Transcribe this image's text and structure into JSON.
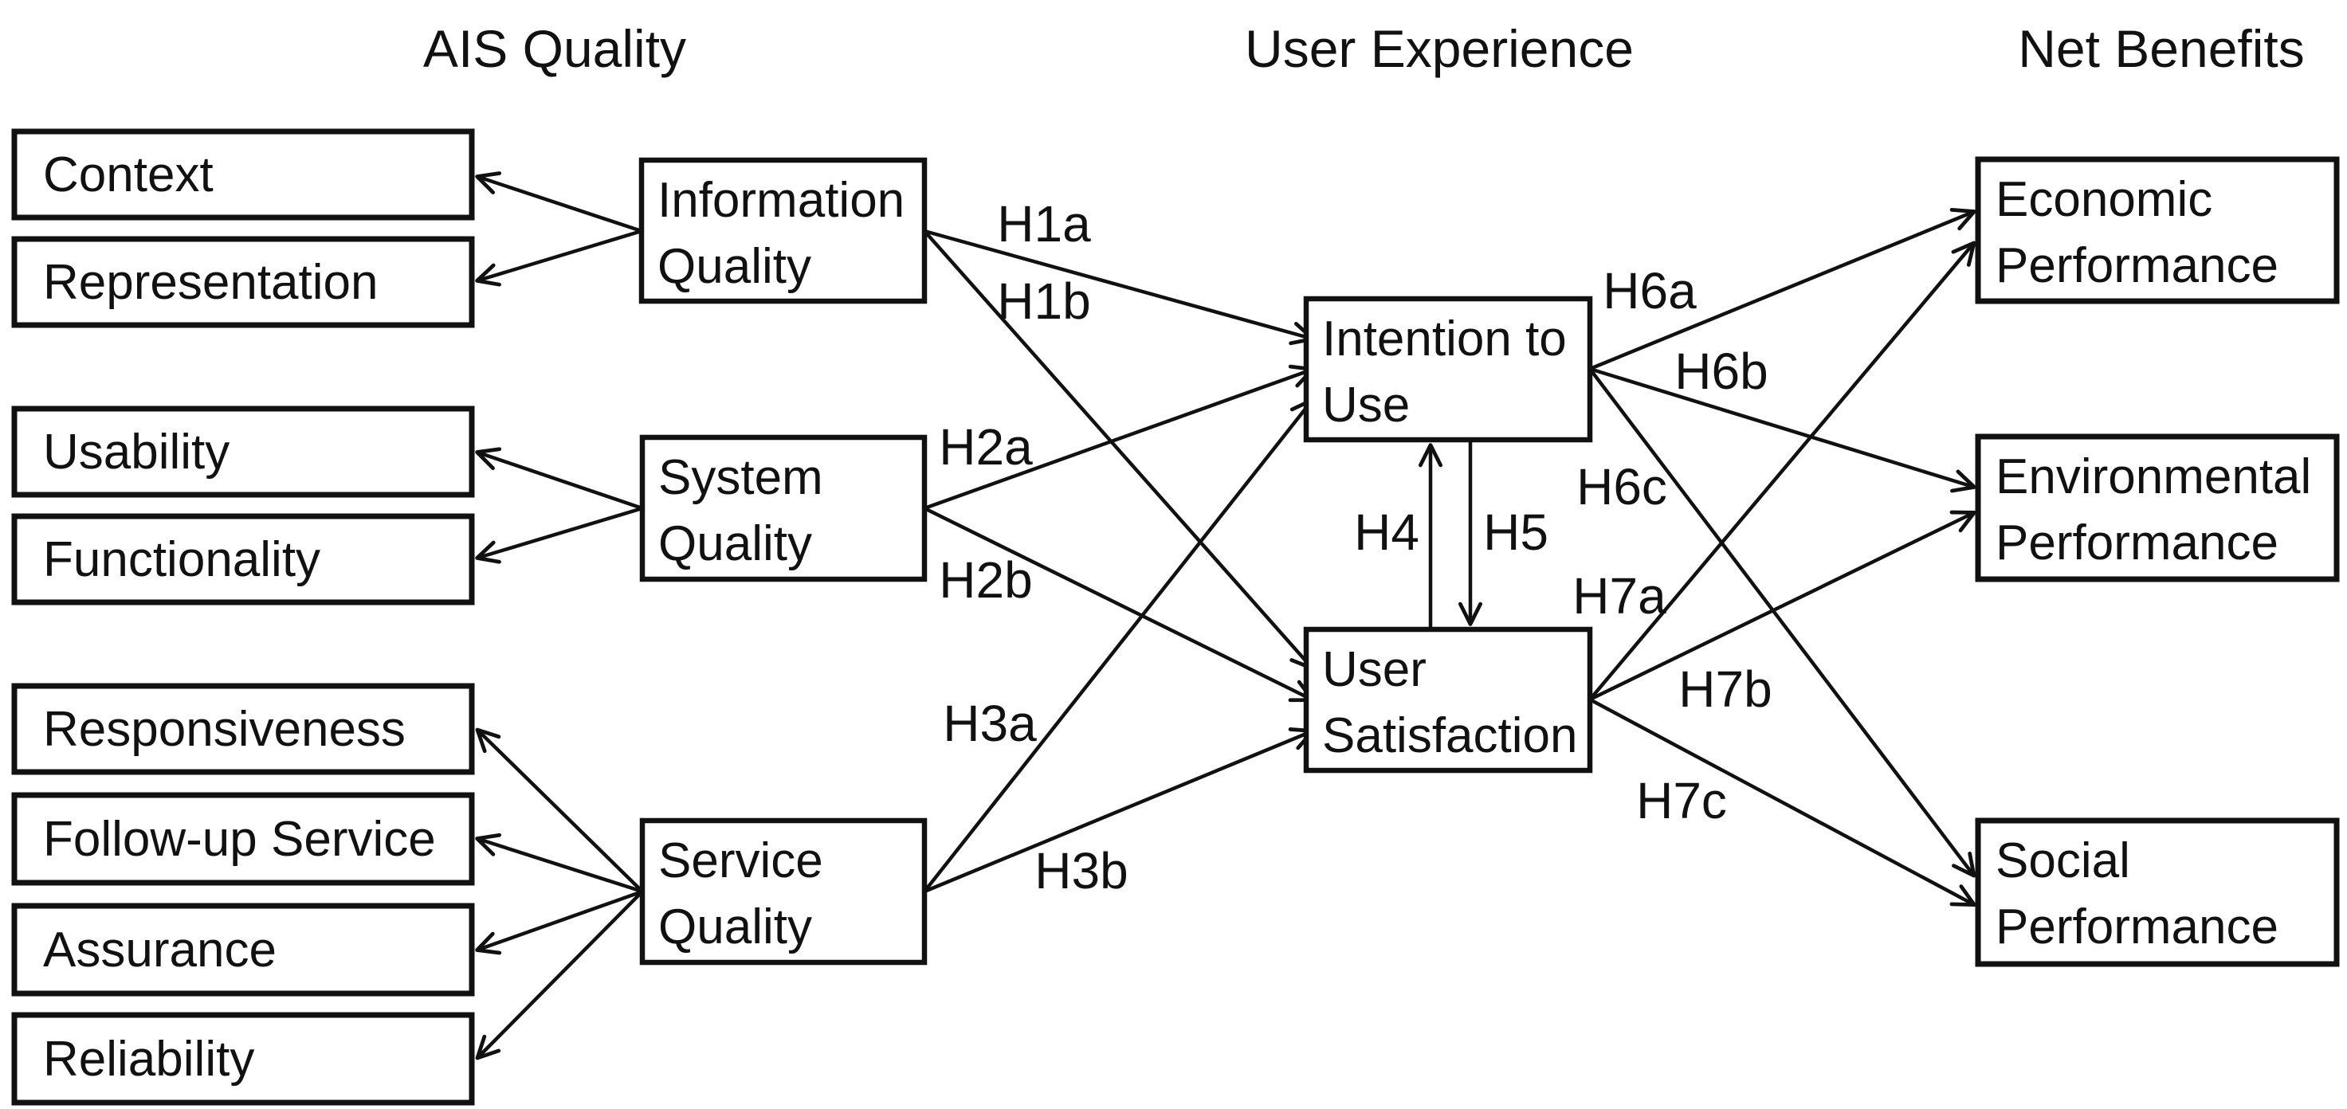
{
  "headers": {
    "ais_quality": "AIS Quality",
    "user_experience": "User Experience",
    "net_benefits": "Net Benefits"
  },
  "indicators": {
    "context": "Context",
    "representation": "Representation",
    "usability": "Usability",
    "functionality": "Functionality",
    "responsiveness": "Responsiveness",
    "followup_service": "Follow-up Service",
    "assurance": "Assurance",
    "reliability": "Reliability"
  },
  "constructs": {
    "information_quality": {
      "line1": "Information",
      "line2": "Quality"
    },
    "system_quality": {
      "line1": "System",
      "line2": "Quality"
    },
    "service_quality": {
      "line1": "Service",
      "line2": "Quality"
    },
    "intention_to_use": {
      "line1": "Intention to",
      "line2": "Use"
    },
    "user_satisfaction": {
      "line1": "User",
      "line2": "Satisfaction"
    },
    "economic_performance": {
      "line1": "Economic",
      "line2": "Performance"
    },
    "environmental_performance": {
      "line1": "Environmental",
      "line2": "Performance"
    },
    "social_performance": {
      "line1": "Social",
      "line2": "Performance"
    }
  },
  "hypotheses": {
    "h1a": "H1a",
    "h1b": "H1b",
    "h2a": "H2a",
    "h2b": "H2b",
    "h3a": "H3a",
    "h3b": "H3b",
    "h4": "H4",
    "h5": "H5",
    "h6a": "H6a",
    "h6b": "H6b",
    "h6c": "H6c",
    "h7a": "H7a",
    "h7b": "H7b",
    "h7c": "H7c"
  },
  "edges": [
    {
      "from": "Information Quality",
      "to": "Context",
      "label": ""
    },
    {
      "from": "Information Quality",
      "to": "Representation",
      "label": ""
    },
    {
      "from": "System Quality",
      "to": "Usability",
      "label": ""
    },
    {
      "from": "System Quality",
      "to": "Functionality",
      "label": ""
    },
    {
      "from": "Service Quality",
      "to": "Responsiveness",
      "label": ""
    },
    {
      "from": "Service Quality",
      "to": "Follow-up Service",
      "label": ""
    },
    {
      "from": "Service Quality",
      "to": "Assurance",
      "label": ""
    },
    {
      "from": "Service Quality",
      "to": "Reliability",
      "label": ""
    },
    {
      "from": "Information Quality",
      "to": "Intention to Use",
      "label": "H1a"
    },
    {
      "from": "Information Quality",
      "to": "User Satisfaction",
      "label": "H1b"
    },
    {
      "from": "System Quality",
      "to": "Intention to Use",
      "label": "H2a"
    },
    {
      "from": "System Quality",
      "to": "User Satisfaction",
      "label": "H2b"
    },
    {
      "from": "Service Quality",
      "to": "Intention to Use",
      "label": "H3a"
    },
    {
      "from": "Service Quality",
      "to": "User Satisfaction",
      "label": "H3b"
    },
    {
      "from": "User Satisfaction",
      "to": "Intention to Use",
      "label": "H4"
    },
    {
      "from": "Intention to Use",
      "to": "User Satisfaction",
      "label": "H5"
    },
    {
      "from": "Intention to Use",
      "to": "Economic Performance",
      "label": "H6a"
    },
    {
      "from": "Intention to Use",
      "to": "Environmental Performance",
      "label": "H6b"
    },
    {
      "from": "Intention to Use",
      "to": "Social Performance",
      "label": "H6c"
    },
    {
      "from": "User Satisfaction",
      "to": "Economic Performance",
      "label": "H7a"
    },
    {
      "from": "User Satisfaction",
      "to": "Environmental Performance",
      "label": "H7b"
    },
    {
      "from": "User Satisfaction",
      "to": "Social Performance",
      "label": "H7c"
    }
  ],
  "colors": {
    "ink": "#111111",
    "background": "#ffffff"
  }
}
